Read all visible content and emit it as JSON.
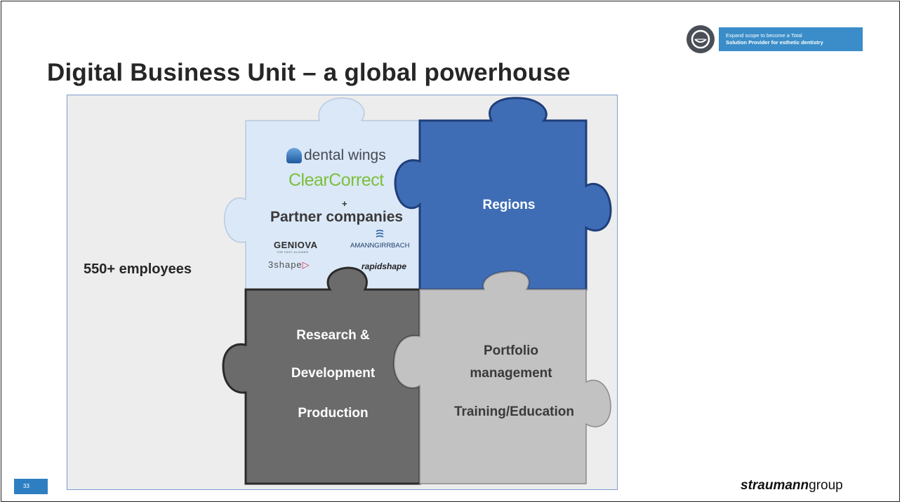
{
  "slide": {
    "title": "Digital Business Unit – a global powerhouse",
    "page_number": "33"
  },
  "badge": {
    "line1": "Expand scope to become a Total",
    "line2": "Solution Provider for esthetic dentistry",
    "icon": "smile-circle-icon"
  },
  "content": {
    "employees": "550+ employees",
    "logos": {
      "dental_wings": "dental wings",
      "clearcorrect": "ClearCorrect",
      "plus": "+",
      "partner_companies": "Partner companies",
      "geniova": "GENIOVA",
      "geniova_sub": "THE FAST ALIGNER",
      "amann_girrbach": "AMANNGIRRBACH",
      "threeshape": "3shape",
      "rapidshape": "rapidshape"
    },
    "pieces": {
      "regions": "Regions",
      "rd_line1": "Research &",
      "rd_line2": "Development",
      "production": "Production",
      "portfolio_line1": "Portfolio",
      "portfolio_line2": "management",
      "training": "Training/Education"
    },
    "colors": {
      "light_piece": "#dbe8f7",
      "blue_piece": "#3f6db5",
      "dark_piece": "#6b6b6b",
      "gray_piece": "#c2c2c2"
    }
  },
  "footer": {
    "brand_bold": "straumann",
    "brand_light": "group"
  }
}
